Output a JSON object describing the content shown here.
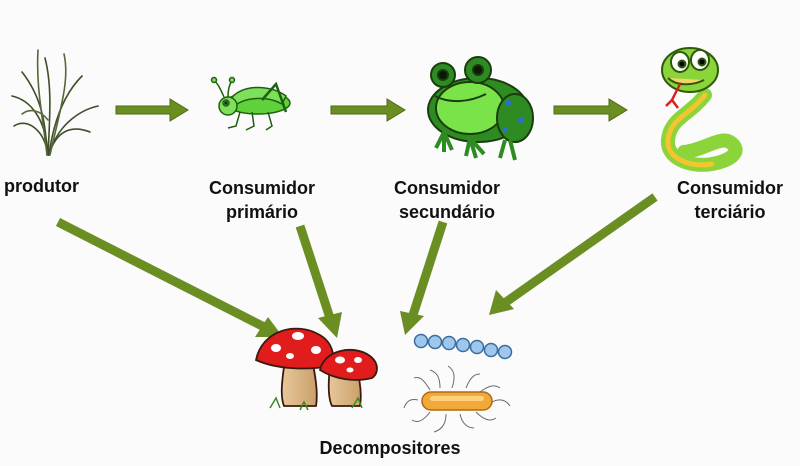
{
  "nodes": {
    "produtor": {
      "label": "produtor"
    },
    "primario": {
      "line1": "Consumidor",
      "line2": "primário"
    },
    "secundario": {
      "line1": "Consumidor",
      "line2": "secundário"
    },
    "terciario": {
      "line1": "Consumidor",
      "line2": "terciário"
    },
    "decompositores": {
      "label": "Decompositores"
    }
  },
  "colors": {
    "arrow": "#6b8e23",
    "arrow_dark": "#4f6b14"
  },
  "icons": {
    "produtor": "grass-plant-icon",
    "primario": "grasshopper-icon",
    "secundario": "frog-icon",
    "terciario": "snake-icon",
    "decompositores": [
      "mushroom-icon",
      "bacteria-icon"
    ]
  }
}
